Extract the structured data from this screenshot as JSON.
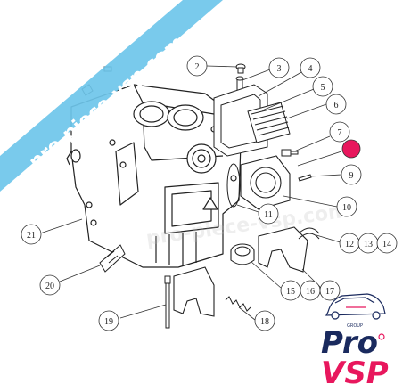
{
  "watermark_ribbon": {
    "text": "pro-piece-vsp.com",
    "color": "#6ec6ea"
  },
  "engine_watermark": "pro-piece-vsp.com",
  "callouts": [
    {
      "id": "2",
      "label": "2"
    },
    {
      "id": "3",
      "label": "3"
    },
    {
      "id": "4",
      "label": "4"
    },
    {
      "id": "5",
      "label": "5"
    },
    {
      "id": "6",
      "label": "6"
    },
    {
      "id": "7",
      "label": "7"
    },
    {
      "id": "8",
      "label": "",
      "highlight": true
    },
    {
      "id": "9",
      "label": "9"
    },
    {
      "id": "10",
      "label": "10"
    },
    {
      "id": "11",
      "label": "11"
    },
    {
      "id": "12",
      "label": "12"
    },
    {
      "id": "13",
      "label": "13"
    },
    {
      "id": "14",
      "label": "14"
    },
    {
      "id": "15",
      "label": "15"
    },
    {
      "id": "16",
      "label": "16"
    },
    {
      "id": "17",
      "label": "17"
    },
    {
      "id": "18",
      "label": "18"
    },
    {
      "id": "19",
      "label": "19"
    },
    {
      "id": "20",
      "label": "20"
    },
    {
      "id": "21",
      "label": "21"
    }
  ],
  "logo": {
    "line1": "Pro",
    "line2": "VSP",
    "group": "GROUP",
    "color_dark": "#1a2a5e",
    "color_accent": "#e8175d"
  },
  "colors": {
    "highlight": "#e8175d",
    "line": "#333333"
  }
}
